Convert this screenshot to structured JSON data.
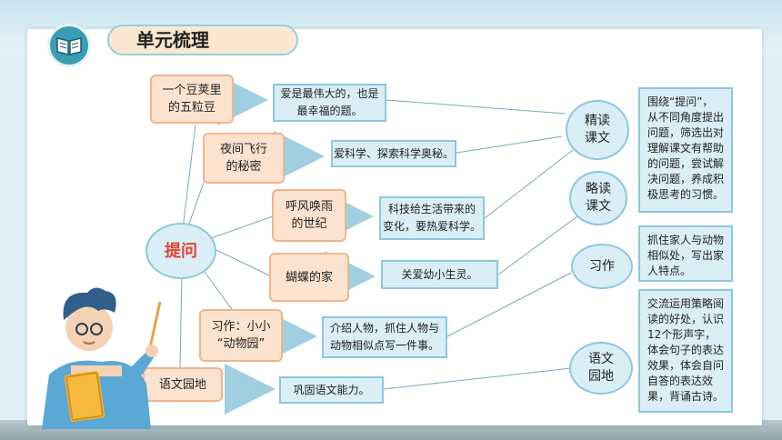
{
  "title": "单元梳理",
  "center": "提问",
  "lessons": [
    "一个豆荚里\n的五粒豆",
    "夜间飞行\n的秘密",
    "呼风唤雨\n的世纪",
    "蝴蝶的家",
    "习作：小小\n“动物园”",
    "语文园地"
  ],
  "themes": [
    "爱是最伟大的，也是\n最幸福的题。",
    "爱科学、探索科学奥秘。",
    "科技给生活带来的\n变化，要热爱科学。",
    "关爱幼小生灵。",
    "介绍人物，抓住人物与\n动物相似点写一件事。",
    "巩固语文能力。"
  ],
  "categories": [
    "精读\n课文",
    "略读\n课文",
    "习作",
    "语文\n园地"
  ],
  "notes": [
    "围绕“提问”，从不同角度提出问题，筛选出对理解课文有帮助的问题，尝试解决问题，养成积极思考的习惯。",
    "抓住家人与动物相似处，写出家人特点。",
    "交流运用策略阅读的好处，认识12个形声字，体会句子的表达效果，体会自问自答的表达效果，背诵古诗。"
  ],
  "colors": {
    "accent": "#3a9db3",
    "lesson_fill": "#fbe3cf",
    "theme_fill": "#d9eef6",
    "center_text": "#e0442b"
  },
  "icons": [
    "book-icon",
    "teacher-illustration"
  ]
}
